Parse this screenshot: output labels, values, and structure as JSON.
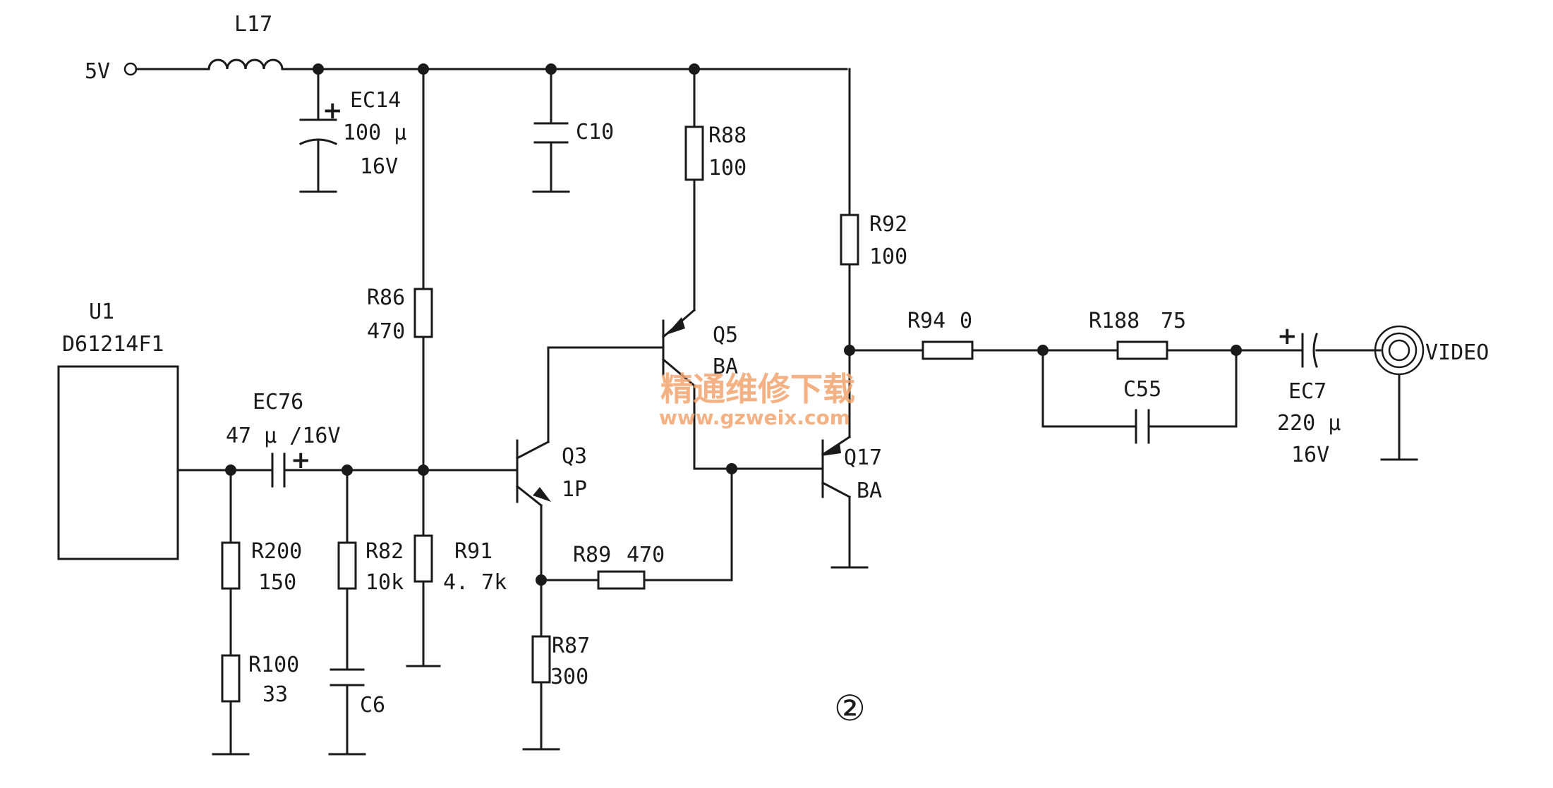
{
  "supply": {
    "label": "5V"
  },
  "components": {
    "L17": {
      "ref": "L17"
    },
    "EC14": {
      "ref": "EC14",
      "value": "100 µ",
      "rating": "16V"
    },
    "C10": {
      "ref": "C10"
    },
    "R88": {
      "ref": "R88",
      "value": "100"
    },
    "R92": {
      "ref": "R92",
      "value": "100"
    },
    "R86": {
      "ref": "R86",
      "value": "470"
    },
    "Q5": {
      "ref": "Q5",
      "type": "BA"
    },
    "R94": {
      "ref": "R94",
      "value": "0"
    },
    "R188": {
      "ref": "R188",
      "value": "75"
    },
    "C55": {
      "ref": "C55"
    },
    "EC7": {
      "ref": "EC7",
      "value": "220 µ",
      "rating": "16V"
    },
    "U1": {
      "ref": "U1",
      "part": "D61214F1"
    },
    "EC76": {
      "ref": "EC76",
      "value": "47 µ /16V"
    },
    "Q3": {
      "ref": "Q3",
      "type": "1P"
    },
    "Q17": {
      "ref": "Q17",
      "type": "BA"
    },
    "R200": {
      "ref": "R200",
      "value": "150"
    },
    "R82": {
      "ref": "R82",
      "value": "10k"
    },
    "R91": {
      "ref": "R91",
      "value": "4. 7k"
    },
    "R89": {
      "ref": "R89",
      "value": "470"
    },
    "R100": {
      "ref": "R100",
      "value": "33"
    },
    "C6": {
      "ref": "C6"
    },
    "R87": {
      "ref": "R87",
      "value": "300"
    }
  },
  "output": {
    "label": "VIDEO"
  },
  "figure_number": "②",
  "watermark": {
    "line1": "精通维修下载",
    "line2": "www.gzweix.com",
    "color": "#f3a46f"
  },
  "polarity_mark": "+"
}
